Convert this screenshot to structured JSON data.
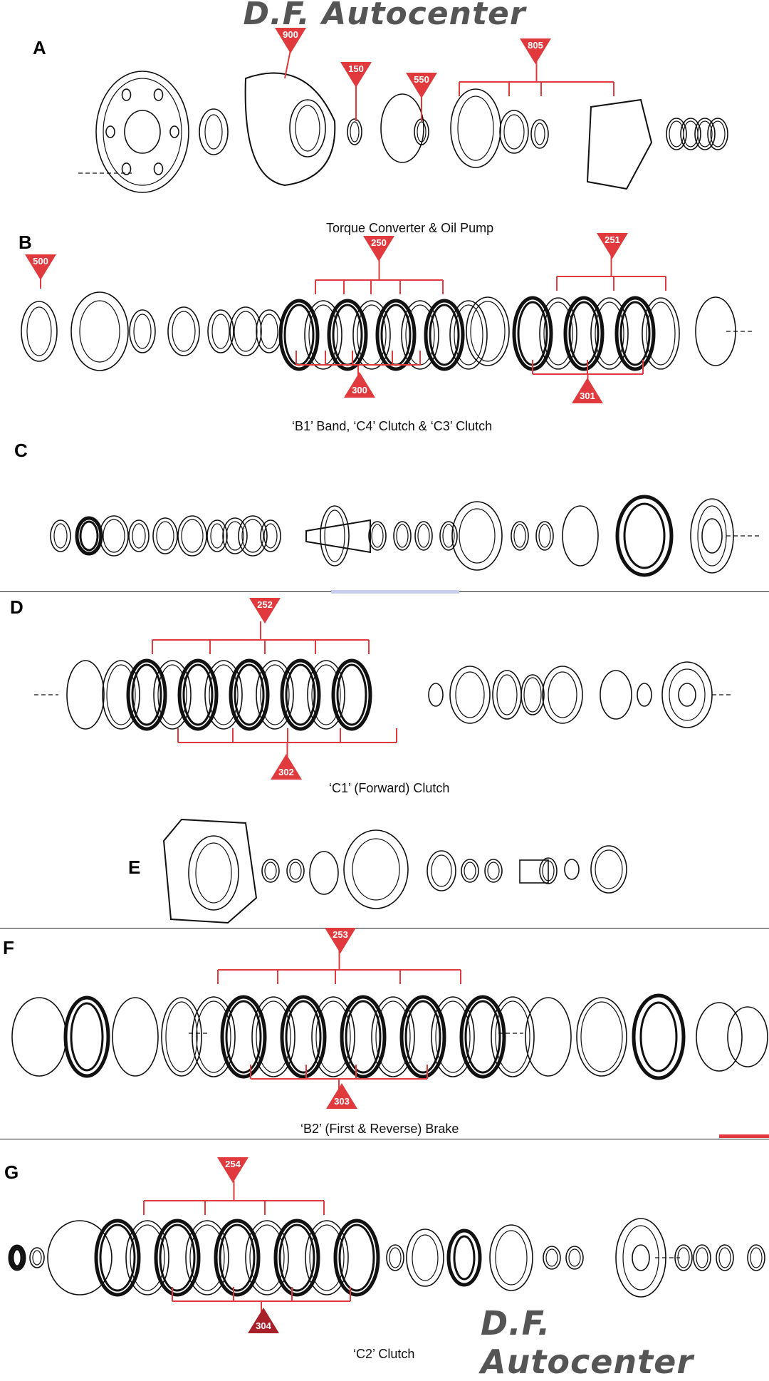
{
  "brand": {
    "top": "D.F. Autocenter",
    "bottom": "D.F. Autocenter"
  },
  "sections": [
    {
      "letter": "A",
      "caption": "Torque Converter & Oil Pump"
    },
    {
      "letter": "B",
      "caption": "‘B1’ Band, ‘C4’ Clutch & ‘C3’ Clutch"
    },
    {
      "letter": "C",
      "caption": ""
    },
    {
      "letter": "D",
      "caption": "‘C1’ (Forward) Clutch"
    },
    {
      "letter": "E",
      "caption": ""
    },
    {
      "letter": "F",
      "caption": "‘B2’ (First & Reverse) Brake"
    },
    {
      "letter": "G",
      "caption": "‘C2’ Clutch"
    }
  ],
  "callouts": [
    "900",
    "150",
    "550",
    "805",
    "500",
    "250",
    "251",
    "300",
    "301",
    "252",
    "302",
    "253",
    "303",
    "254",
    "304"
  ],
  "colors": {
    "callout": "#e03a3e",
    "callout_dark": "#a8202a",
    "leader": "#e03a3e",
    "line": "#111111",
    "brand": "#555555"
  }
}
